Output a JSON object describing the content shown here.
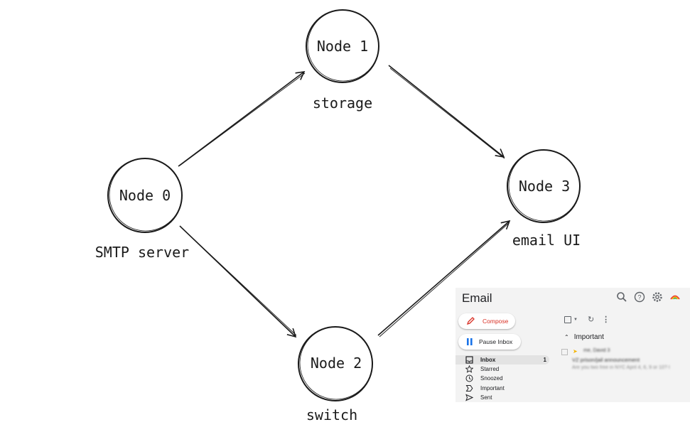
{
  "nodes": [
    {
      "id": "node-0",
      "label": "Node 0",
      "role": "SMTP server"
    },
    {
      "id": "node-1",
      "label": "Node 1",
      "role": "storage"
    },
    {
      "id": "node-2",
      "label": "Node 2",
      "role": "switch"
    },
    {
      "id": "node-3",
      "label": "Node 3",
      "role": "email UI"
    }
  ],
  "edges": [
    {
      "from": "Node 0",
      "to": "Node 1"
    },
    {
      "from": "Node 0",
      "to": "Node 2"
    },
    {
      "from": "Node 1",
      "to": "Node 3"
    },
    {
      "from": "Node 2",
      "to": "Node 3"
    }
  ],
  "email": {
    "title": "Email",
    "compose_label": "Compose",
    "pause_label": "Pause Inbox",
    "nav": [
      {
        "label": "Inbox",
        "count": "1",
        "icon": "inbox-icon"
      },
      {
        "label": "Starred",
        "icon": "star-icon"
      },
      {
        "label": "Snoozed",
        "icon": "clock-icon"
      },
      {
        "label": "Important",
        "icon": "important-icon"
      },
      {
        "label": "Sent",
        "icon": "send-icon"
      }
    ],
    "section_label": "Important",
    "message": {
      "sender": "me, David 3",
      "subject": "VZ prison/jail announcement",
      "snippet": "Are you two free in NYC April 4, 6, 9 or 10? I"
    },
    "accent_color": "#d93025",
    "pause_color": "#1a73e8"
  }
}
